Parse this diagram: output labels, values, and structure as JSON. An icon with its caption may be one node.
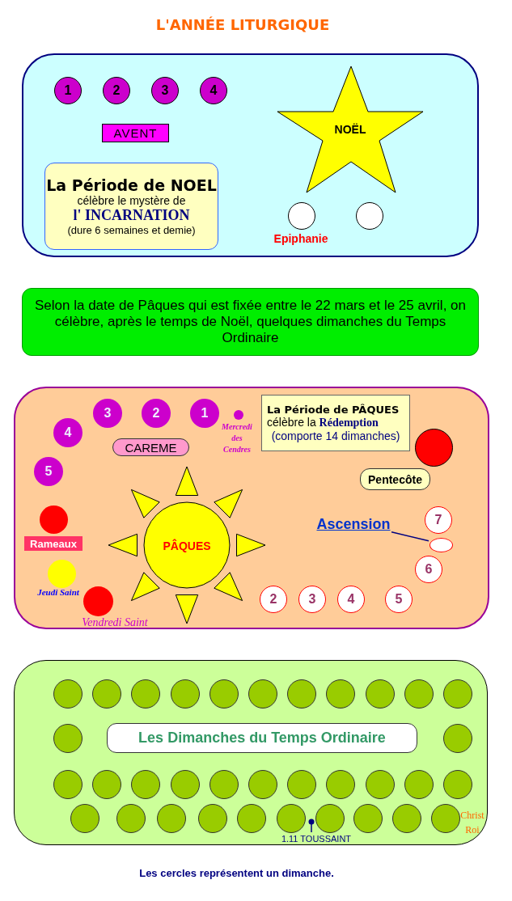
{
  "diagram": {
    "title": "L'ANNÉE LITURGIQUE",
    "caption": "Les cercles représentent un dimanche.",
    "nodes": [
      {
        "text": [],
        "shape": "box"
      },
      {
        "text": [
          "1"
        ],
        "in": 0
      },
      {
        "text": [
          "2"
        ],
        "in": 0
      },
      {
        "text": [
          "3"
        ],
        "in": 0
      },
      {
        "text": [
          "4"
        ],
        "in": 0
      },
      {
        "text": [
          "AVENT"
        ],
        "in": 0
      },
      {
        "text": [
          "La Période de NOEL",
          "célèbre le mystère de",
          "l' INCARNATION",
          "(dure 6 semaines et demie)"
        ],
        "in": 0
      },
      {
        "text": [
          "NOËL"
        ],
        "in": 0
      },
      {
        "text": [],
        "shape": "circle",
        "in": 0,
        "beside": [
          "Epiphanie"
        ]
      },
      {
        "text": [],
        "shape": "circle",
        "in": 0
      },
      {
        "text": [
          "Selon la date de Pâques qui est fixée entre le 22 mars et le 25 avril, on célèbre, après le temps de Noël, quelques dimanches du Temps Ordinaire"
        ]
      },
      {
        "text": [],
        "shape": "box"
      },
      {
        "text": [
          "3"
        ],
        "in": 11
      },
      {
        "text": [
          "2"
        ],
        "in": 11
      },
      {
        "text": [
          "1"
        ],
        "in": 11
      },
      {
        "text": [],
        "shape": "circle",
        "in": 11,
        "beside": [
          "Mercredi des Cendres"
        ]
      },
      {
        "text": [
          "La Période de PÂQUES",
          "célèbre la **Rédemption**",
          "(comporte 14 dimanches)"
        ],
        "in": 11
      },
      {
        "text": [
          "4"
        ],
        "in": 11
      },
      {
        "text": [
          "CAREME"
        ],
        "in": 11
      },
      {
        "text": [],
        "shape": "circle",
        "in": 11
      },
      {
        "text": [
          "5"
        ],
        "in": 11
      },
      {
        "text": [
          "Pentecôte"
        ],
        "in": 11
      },
      {
        "text": [],
        "shape": "circle",
        "in": 11
      },
      {
        "text": [
          "7"
        ],
        "in": 11
      },
      {
        "text": [
          "Ascension"
        ],
        "in": 11
      },
      {
        "text": [],
        "shape": "ellipse",
        "in": 11
      },
      {
        "text": [
          "PÂQUES"
        ],
        "in": 11
      },
      {
        "text": [
          "Rameaux"
        ],
        "in": 11
      },
      {
        "text": [
          "6"
        ],
        "in": 11
      },
      {
        "text": [],
        "shape": "circle",
        "in": 11,
        "beside": [
          "Jeudi Saint"
        ]
      },
      {
        "text": [
          "2"
        ],
        "in": 11
      },
      {
        "text": [
          "3"
        ],
        "in": 11
      },
      {
        "text": [
          "4"
        ],
        "in": 11
      },
      {
        "text": [
          "5"
        ],
        "in": 11
      },
      {
        "text": [],
        "shape": "circle",
        "in": 11,
        "beside": [
          "Vendredi Saint"
        ]
      },
      {
        "text": [],
        "shape": "box"
      },
      {
        "text": [],
        "shape": "circle",
        "in": 35
      },
      {
        "text": [],
        "shape": "circle",
        "in": 35
      },
      {
        "text": [],
        "shape": "circle",
        "in": 35
      },
      {
        "text": [],
        "shape": "circle",
        "in": 35
      },
      {
        "text": [],
        "shape": "circle",
        "in": 35
      },
      {
        "text": [],
        "shape": "circle",
        "in": 35
      },
      {
        "text": [],
        "shape": "circle",
        "in": 35
      },
      {
        "text": [],
        "shape": "circle",
        "in": 35
      },
      {
        "text": [],
        "shape": "circle",
        "in": 35
      },
      {
        "text": [],
        "shape": "circle",
        "in": 35
      },
      {
        "text": [],
        "shape": "circle",
        "in": 35
      },
      {
        "text": [],
        "shape": "circle",
        "in": 35
      },
      {
        "text": [
          "Les Dimanches du Temps Ordinaire"
        ],
        "in": 35
      },
      {
        "text": [],
        "shape": "circle",
        "in": 35
      },
      {
        "text": [],
        "shape": "circle",
        "in": 35
      },
      {
        "text": [],
        "shape": "circle",
        "in": 35
      },
      {
        "text": [],
        "shape": "circle",
        "in": 35
      },
      {
        "text": [],
        "shape": "circle",
        "in": 35
      },
      {
        "text": [],
        "shape": "circle",
        "in": 35
      },
      {
        "text": [],
        "shape": "circle",
        "in": 35
      },
      {
        "text": [],
        "shape": "circle",
        "in": 35
      },
      {
        "text": [],
        "shape": "circle",
        "in": 35
      },
      {
        "text": [],
        "shape": "circle",
        "in": 35
      },
      {
        "text": [],
        "shape": "circle",
        "in": 35
      },
      {
        "text": [],
        "shape": "circle",
        "in": 35
      },
      {
        "text": [],
        "shape": "circle",
        "in": 35
      },
      {
        "text": [],
        "shape": "circle",
        "in": 35
      },
      {
        "text": [],
        "shape": "circle",
        "in": 35
      },
      {
        "text": [],
        "shape": "circle",
        "in": 35
      },
      {
        "text": [],
        "shape": "circle",
        "in": 35
      },
      {
        "text": [],
        "shape": "circle",
        "in": 35
      },
      {
        "text": [],
        "shape": "circle",
        "in": 35
      },
      {
        "text": [],
        "shape": "circle",
        "in": 35
      },
      {
        "text": [],
        "shape": "circle",
        "in": 35
      },
      {
        "text": [],
        "shape": "circle",
        "in": 35,
        "beside": [
          "Christ Roi"
        ]
      },
      {
        "text": [
          "1.11 TOUSSAINT"
        ],
        "in": 35
      }
    ],
    "edges": [
      {
        "from": 24,
        "to": 25,
        "arrow": "none"
      },
      {
        "from": 71,
        "to": null,
        "arrow": "other"
      }
    ]
  }
}
